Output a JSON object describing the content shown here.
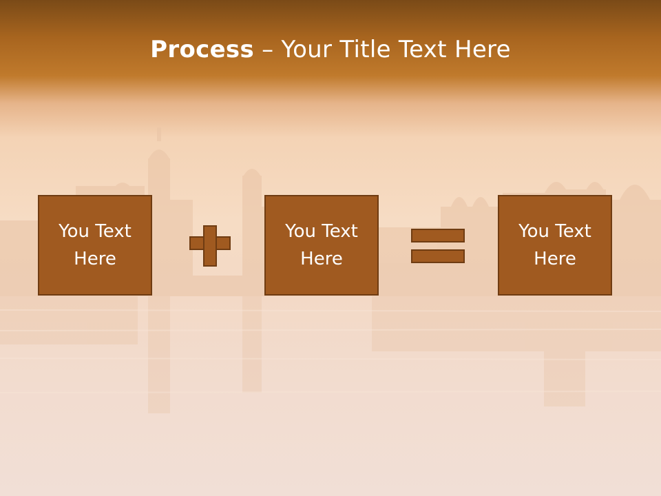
{
  "title": {
    "bold": "Process",
    "separator": " – ",
    "rest": "Your Title Text Here"
  },
  "steps": [
    {
      "text": "You Text Here"
    },
    {
      "text": "You Text Here"
    },
    {
      "text": "You Text Here"
    }
  ],
  "operators": [
    "plus",
    "equals"
  ],
  "colors": {
    "header": "#a8651f",
    "box_fill": "#a05a20",
    "box_border": "#6f3c12",
    "text": "#ffffff"
  }
}
